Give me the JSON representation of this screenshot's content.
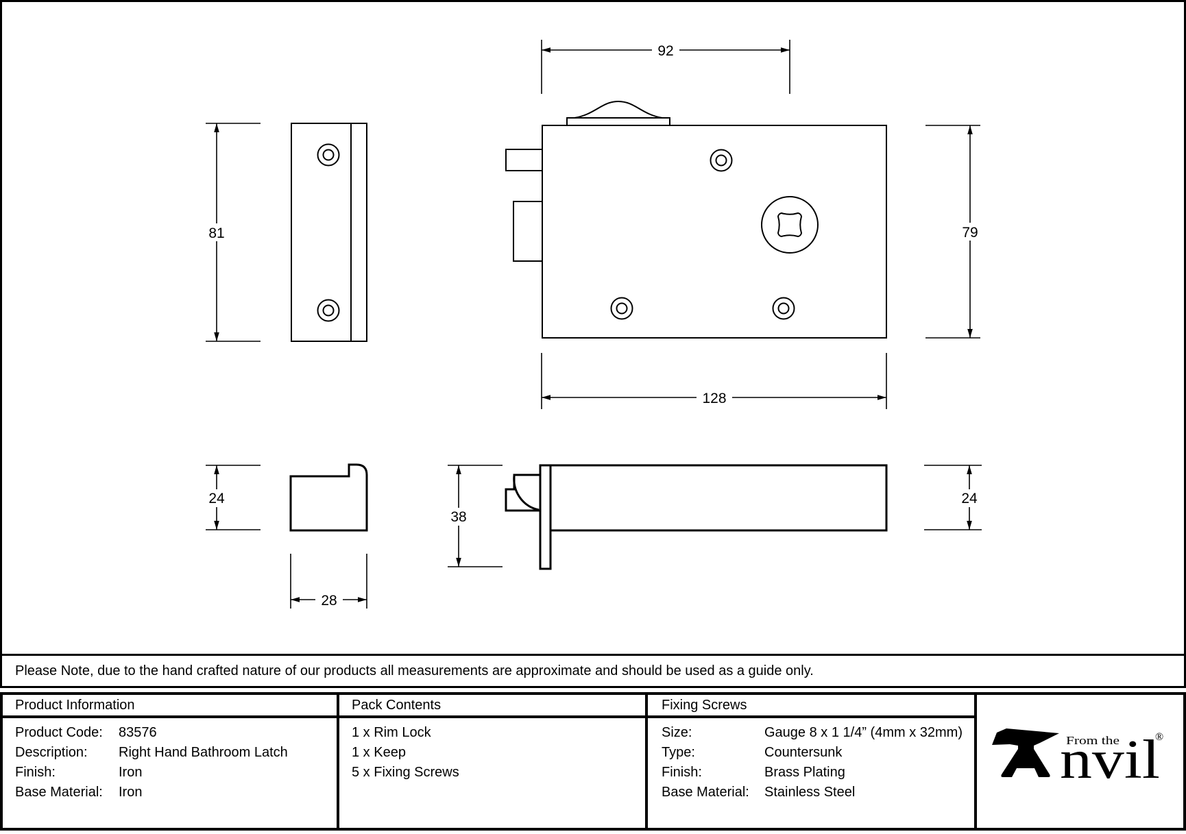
{
  "note": {
    "text": "Please Note, due to the hand crafted nature of our products all measurements are approximate and should be used as a guide only."
  },
  "drawing": {
    "dimensions": {
      "keep_height": "81",
      "keep_width": "28",
      "keep_depth": "24",
      "spindle_offset": "92",
      "lock_height": "79",
      "lock_width": "128",
      "lock_depth": "38",
      "case_depth": "24"
    }
  },
  "table": {
    "product_info": {
      "header": "Product Information",
      "rows": [
        {
          "label": "Product Code:",
          "value": "83576"
        },
        {
          "label": "Description:",
          "value": "Right Hand Bathroom Latch"
        },
        {
          "label": "Finish:",
          "value": "Iron"
        },
        {
          "label": "Base Material:",
          "value": "Iron"
        }
      ]
    },
    "pack_contents": {
      "header": "Pack Contents",
      "items": [
        "1 x Rim Lock",
        "1 x Keep",
        "5 x Fixing Screws"
      ]
    },
    "fixing_screws": {
      "header": "Fixing Screws",
      "rows": [
        {
          "label": "Size:",
          "value": "Gauge 8 x 1 1/4” (4mm x 32mm)"
        },
        {
          "label": "Type:",
          "value": "Countersunk"
        },
        {
          "label": "Finish:",
          "value": "Brass Plating"
        },
        {
          "label": "Base Material:",
          "value": "Stainless Steel"
        }
      ]
    },
    "logo": {
      "tagline": "From the",
      "wordmark": "nvil",
      "registered": "®"
    }
  }
}
